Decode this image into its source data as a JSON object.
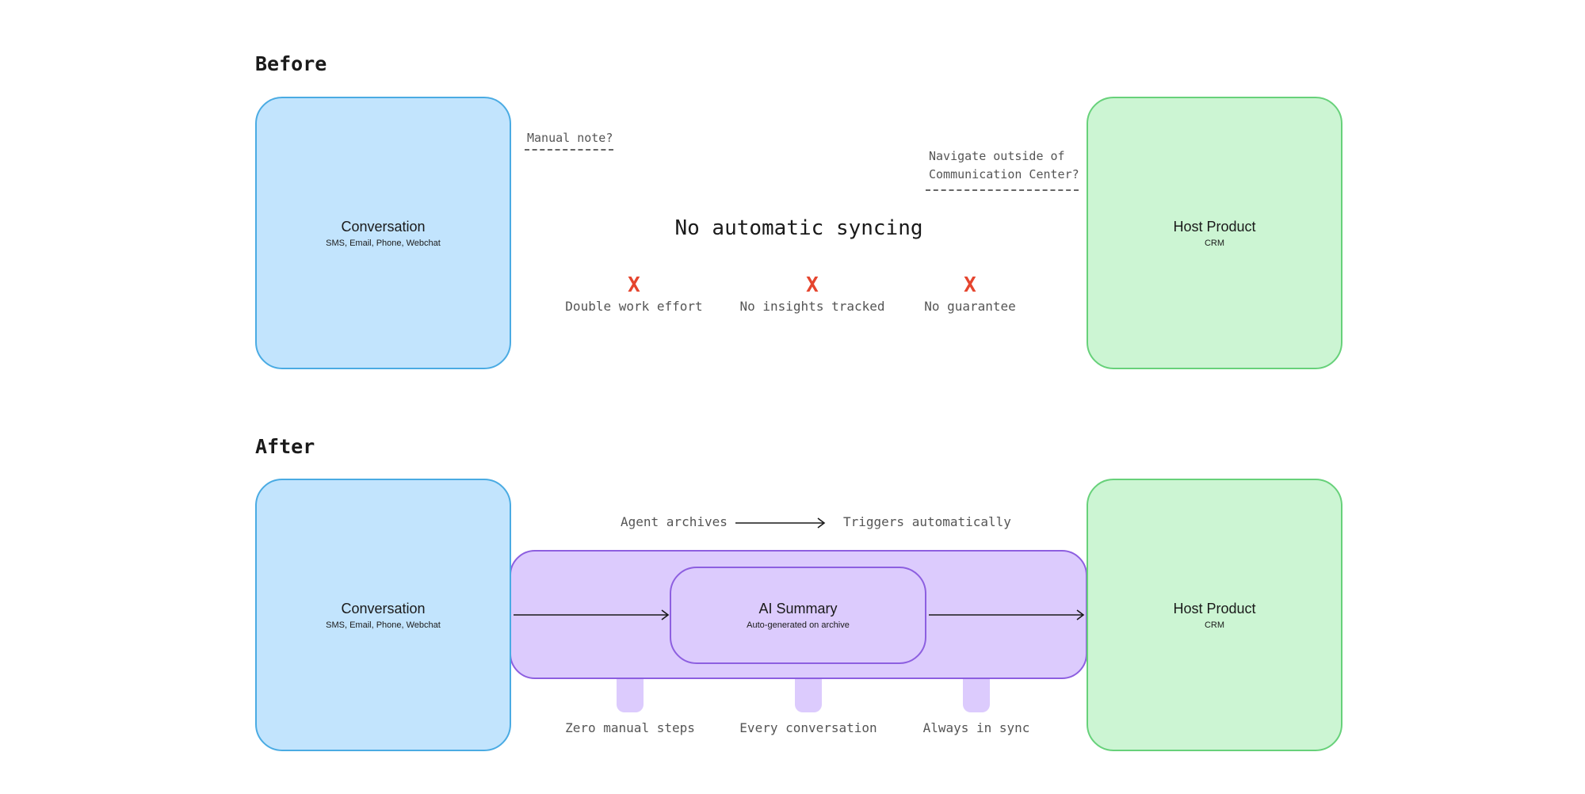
{
  "before": {
    "heading": "Before",
    "conversation": {
      "title": "Conversation",
      "subtitle": "SMS, Email, Phone, Webchat"
    },
    "host": {
      "title": "Host Product",
      "subtitle": "CRM"
    },
    "manual_note": "Manual note?",
    "navigate_note_line1": "Navigate outside of",
    "navigate_note_line2": "Communication Center?",
    "center_title": "No automatic syncing",
    "problems": [
      {
        "mark": "X",
        "label": "Double work effort"
      },
      {
        "mark": "X",
        "label": "No insights tracked"
      },
      {
        "mark": "X",
        "label": "No guarantee"
      }
    ]
  },
  "after": {
    "heading": "After",
    "conversation": {
      "title": "Conversation",
      "subtitle": "SMS, Email, Phone, Webchat"
    },
    "host": {
      "title": "Host Product",
      "subtitle": "CRM"
    },
    "ai_summary": {
      "title": "AI Summary",
      "subtitle": "Auto-generated on archive"
    },
    "trigger_from": "Agent archives",
    "trigger_to": "Triggers automatically",
    "benefits": [
      {
        "label": "Zero manual steps"
      },
      {
        "label": "Every conversation"
      },
      {
        "label": "Always in sync"
      }
    ]
  },
  "colors": {
    "conversation_fill": "#c2e4fd",
    "conversation_border": "#4aabe3",
    "host_fill": "#ccf5d3",
    "host_border": "#67d17a",
    "summary_fill": "#dccbfd",
    "summary_border": "#8d5fe0",
    "x_mark": "#e5452e"
  }
}
